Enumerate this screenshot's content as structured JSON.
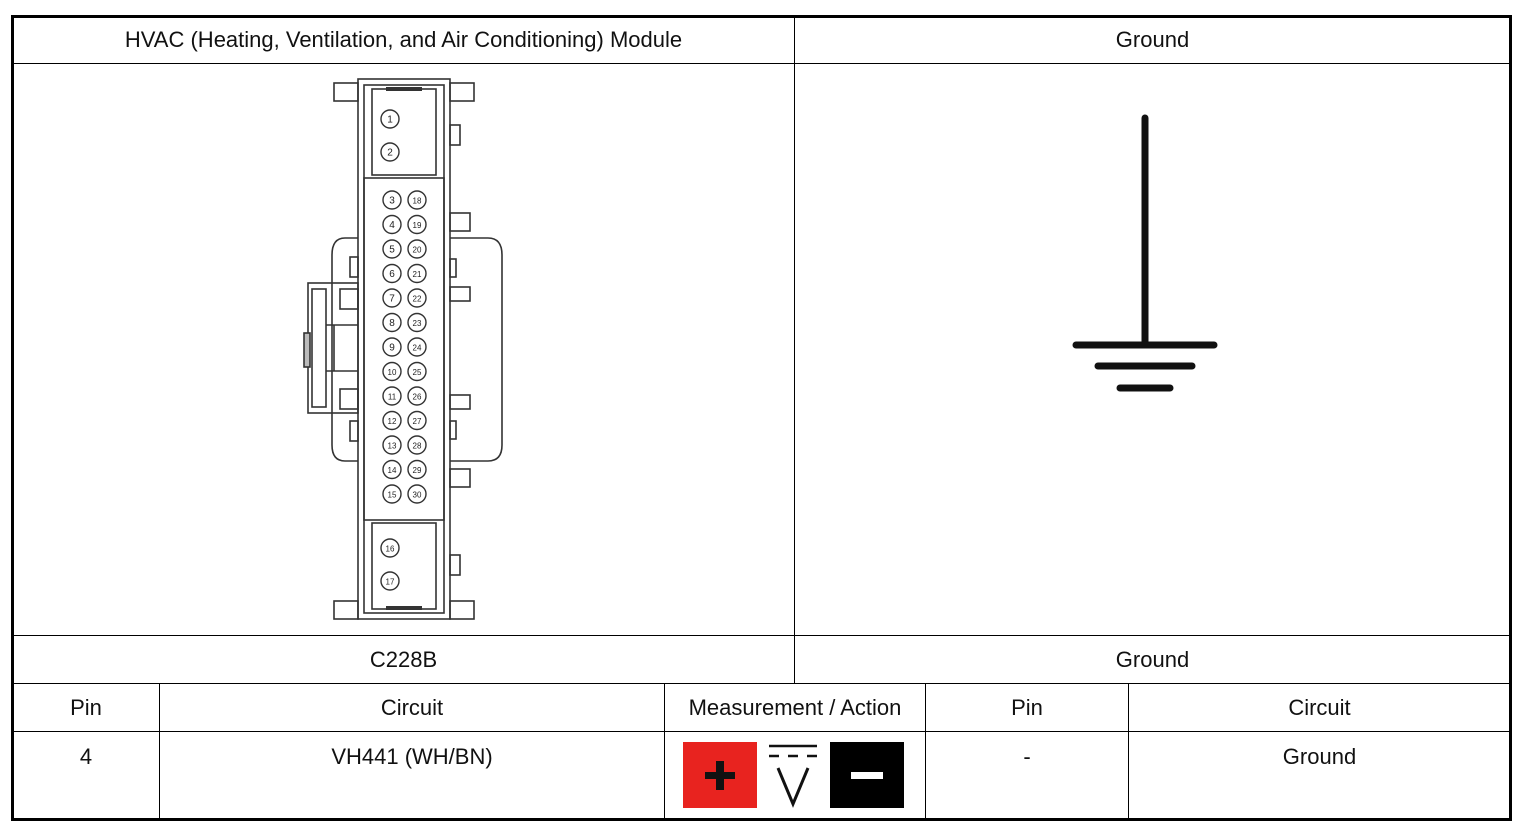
{
  "header": {
    "left_title": "HVAC (Heating, Ventilation, and Air Conditioning) Module",
    "right_title": "Ground"
  },
  "connector": {
    "pins_single_top": [
      "1",
      "2"
    ],
    "pins_left_col": [
      "3",
      "4",
      "5",
      "6",
      "7",
      "8",
      "9",
      "10",
      "11",
      "12",
      "13",
      "14",
      "15"
    ],
    "pins_right_col": [
      "18",
      "19",
      "20",
      "21",
      "22",
      "23",
      "24",
      "25",
      "26",
      "27",
      "28",
      "29",
      "30"
    ],
    "pins_single_bottom": [
      "16",
      "17"
    ]
  },
  "footer": {
    "left_label": "C228B",
    "right_label": "Ground"
  },
  "table": {
    "headers": {
      "pin": "Pin",
      "circuit": "Circuit",
      "measurement": "Measurement / Action",
      "pin2": "Pin",
      "circuit2": "Circuit"
    },
    "row": {
      "pin": "4",
      "circuit": "VH441 (WH/BN)",
      "measurement_icons": [
        "positive-probe-icon",
        "dc-voltage-icon",
        "negative-probe-icon"
      ],
      "pin2": "-",
      "circuit2": "Ground"
    }
  },
  "colors": {
    "positive": "#e8231f",
    "negative": "#000000"
  }
}
